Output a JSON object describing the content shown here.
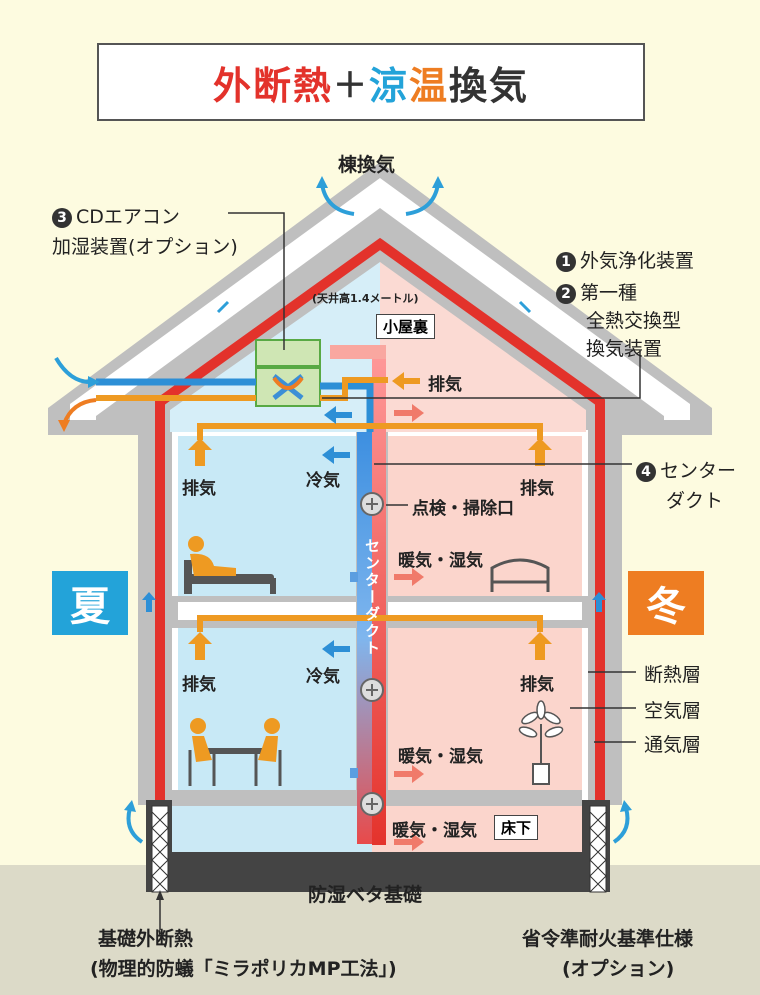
{
  "title": {
    "part1": "外断熱",
    "plus": "＋",
    "part2": "涼",
    "part3": "温",
    "part4": "換気",
    "colors": {
      "red": "#e3322b",
      "blue": "#23a3d9",
      "orange": "#ee7d22",
      "dark": "#333333"
    }
  },
  "labels": {
    "ridge_vent": "棟換気",
    "cd_aircon_num": "3",
    "cd_aircon_1": "CDエアコン",
    "cd_aircon_2": "加湿装置(オプション)",
    "ceiling_height": "(天井高1.4メートル)",
    "attic": "小屋裏",
    "outdoor_purifier_num": "1",
    "outdoor_purifier": "外気浄化装置",
    "type1_num": "2",
    "type1_1": "第一種",
    "type1_2": "全熱交換型",
    "type1_3": "換気装置",
    "exhaust": "排気",
    "cool_air": "冷気",
    "center_duct_num": "4",
    "center_duct_1": "センター",
    "center_duct_2": "ダクト",
    "inspection": "点検・掃除口",
    "warm_humid": "暖気・湿気",
    "center_duct_vertical": "センターダクト",
    "summer": "夏",
    "winter": "冬",
    "insulation": "断熱層",
    "air_layer": "空気層",
    "vent_layer": "通気層",
    "underfloor": "床下",
    "foundation": "防湿ベタ基礎",
    "foundation_ext_1": "基礎外断熱",
    "foundation_ext_2": "(物理的防蟻「ミラポリカMP工法」)",
    "fireproof_1": "省令準耐火基準仕様",
    "fireproof_2": "(オプション)"
  }
}
